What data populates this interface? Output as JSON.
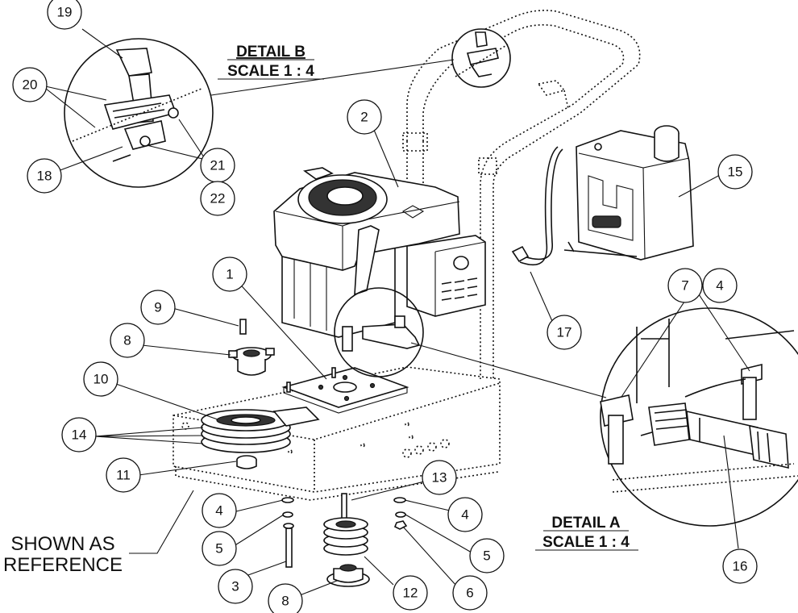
{
  "detail_b": {
    "title": "DETAIL B",
    "scale": "SCALE 1 : 4"
  },
  "detail_a": {
    "title": "DETAIL A",
    "scale": "SCALE 1 : 4"
  },
  "reference_note": {
    "line1": "SHOWN AS",
    "line2": "REFERENCE"
  },
  "callouts": [
    "19",
    "20",
    "18",
    "21",
    "22",
    "2",
    "15",
    "1",
    "9",
    "8",
    "10",
    "14",
    "11",
    "17",
    "7",
    "4",
    "13",
    "4",
    "4",
    "5",
    "5",
    "3",
    "6",
    "12",
    "8",
    "16"
  ]
}
